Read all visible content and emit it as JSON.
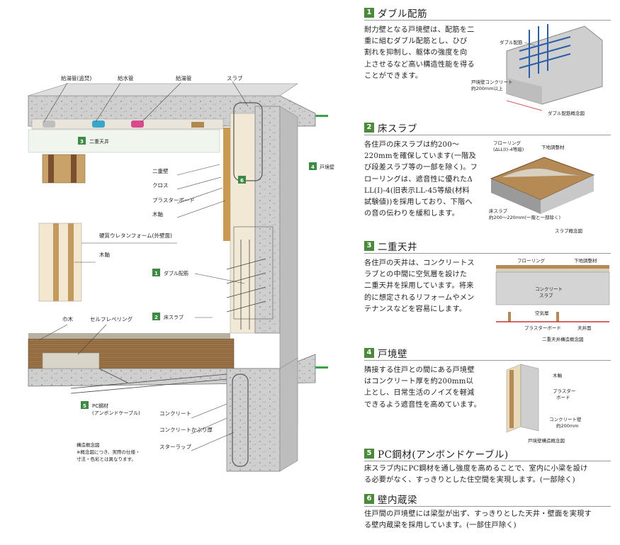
{
  "diagram": {
    "labels": {
      "hot_water_reheat": "給湯管(追焚)",
      "water_supply": "給水管",
      "hot_water": "給湯管",
      "slab": "スラブ",
      "double_partition": "二重壁",
      "cloth": "クロス",
      "plasterboard": "プラスターボード",
      "wood_frame": "木軸",
      "urethane": "硬質ウレタンフォーム(外壁面)",
      "wood_frame2": "木軸",
      "baseboard": "巾木",
      "self_leveling": "セルフレベリング",
      "concrete": "コンクリート",
      "cover_thickness": "コンクリートかぶり厚",
      "stirrup": "スターラップ",
      "tag_ceiling": "二重天井",
      "tag_boundary": "戸境壁",
      "tag_double_rebar": "ダブル配筋",
      "tag_slab": "床スラブ",
      "tag_pc": "PC鋼材",
      "tag_pc_sub": "(アンボンドケーブル)",
      "note1": "構造概念図",
      "note2": "※概念図につき、実際の仕様・",
      "note3": "寸法・色彩とは異なります。"
    }
  },
  "sections": [
    {
      "num": "1",
      "title": "ダブル配筋",
      "lines": [
        "耐力壁となる戸境壁は、配筋を二",
        "重に組むダブル配筋とし、ひび",
        "割れを抑制し、躯体の強度を向",
        "上させるなど高い構造性能を得る",
        "ことができます。"
      ],
      "fig": {
        "label_rebar": "ダブル配筋",
        "label_wall1": "戸境壁コンクリート",
        "label_wall2": "約200mm以上",
        "caption": "ダブル配筋概念図"
      }
    },
    {
      "num": "2",
      "title": "床スラブ",
      "lines": [
        "各住戸の床スラブは約200～",
        "220mmを確保しています(一階及",
        "び段差スラブ等の一部を除く)。フ",
        "ローリングは、遮音性に優れたΔ",
        "LL(Ⅰ)-4(旧表示LL-45等級(材料",
        "試験値))を採用しており、下階へ",
        "の音の伝わりを緩和します。"
      ],
      "fig": {
        "label_floor1": "フローリング",
        "label_floor2": "(ΔLL(Ⅰ)-4等級)",
        "label_base": "下地調整材",
        "label_slab1": "床スラブ",
        "label_slab2": "約200～220mm(一階と一部除く)",
        "caption": "スラブ概念図"
      }
    },
    {
      "num": "3",
      "title": "二重天井",
      "lines": [
        "各住戸の天井は、コンクリートス",
        "ラブとの中間に空気層を設けた",
        "二重天井を採用しています。将来",
        "的に想定されるリフォームやメン",
        "テナンスなどを容易にします。"
      ],
      "fig": {
        "label_floor": "フローリング",
        "label_base": "下地調整材",
        "label_concrete1": "コンクリート",
        "label_concrete2": "スラブ",
        "label_air": "空気層",
        "label_board": "プラスターボード",
        "label_ceiling": "天井面",
        "caption": "二重天井構造概念図"
      }
    },
    {
      "num": "4",
      "title": "戸境壁",
      "lines": [
        "隣接する住戸との間にある戸境壁",
        "はコンクリート厚を約200mm以",
        "上とし、日常生活のノイズを軽減",
        "できるよう遮音性を高めています。"
      ],
      "fig": {
        "label_wood": "木軸",
        "label_board1": "プラスター",
        "label_board2": "ボード",
        "label_wall1": "コンクリート壁",
        "label_wall2": "約200mm",
        "caption": "戸境壁構造概念図"
      }
    },
    {
      "num": "5",
      "title": "PC鋼材(アンボンドケーブル)",
      "lines": [
        "床スラブ内にPC鋼材を通し強度を高めることで、室内に小梁を設け",
        "る必要がなく、すっきりとした住空間を実現します。(一部除く)"
      ]
    },
    {
      "num": "6",
      "title": "壁内蔵梁",
      "lines": [
        "住戸間の戸境壁には梁型が出ず、すっきりとした天井・壁面を実現す",
        "る壁内蔵梁を採用しています。(一部住戸除く)"
      ]
    }
  ],
  "colors": {
    "accent": "#4a8a3a",
    "concrete": "#c9c9c9",
    "wood": "#a07a4a"
  }
}
